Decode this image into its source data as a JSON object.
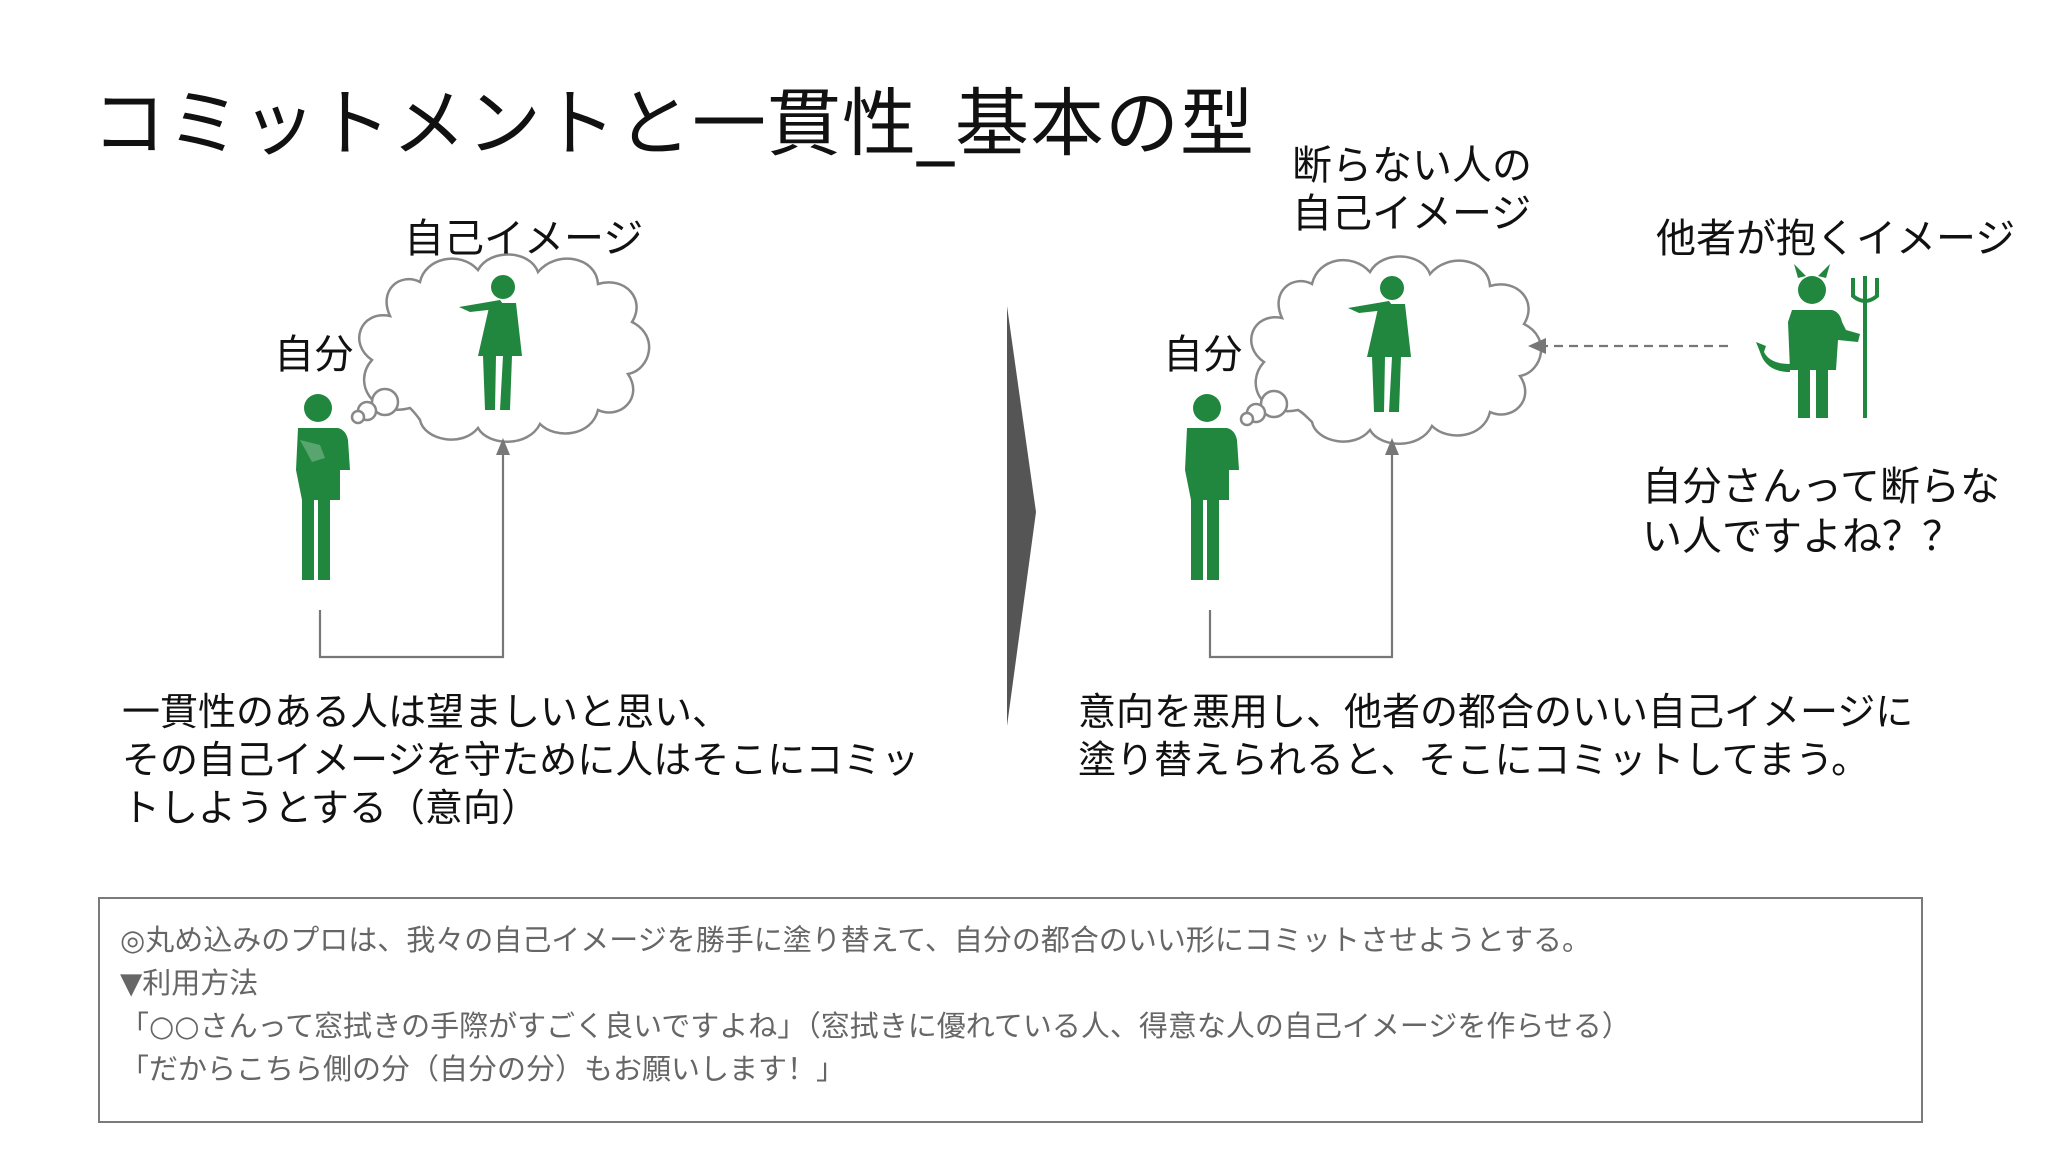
{
  "title": "コミットメントと一貫性_基本の型",
  "left": {
    "self_image_label": "自己イメージ",
    "self_label": "自分",
    "caption": [
      "一貫性のある人は望ましいと思い、",
      "その自己イメージを守ために人はそこにコミッ",
      "トしようとする（意向）"
    ]
  },
  "right": {
    "self_image_label": [
      "断らない人の",
      "自己イメージ"
    ],
    "self_label": "自分",
    "other_image_label": "他者が抱くイメージ",
    "speech": [
      "自分さんって断らな",
      "い人ですよね？？"
    ],
    "caption": [
      "意向を悪用し、他者の都合のいい自己イメージに",
      "塗り替えられると、そこにコミットしてまう。"
    ]
  },
  "note": {
    "lines": [
      "◎丸め込みのプロは、我々の自己イメージを勝手に塗り替えて、自分の都合のいい形にコミットさせようとする。",
      "▼利用方法",
      "「○○さんって窓拭きの手際がすごく良いですよね」（窓拭きに優れている人、得意な人の自己イメージを作らせる）",
      "「だからこちら側の分（自分の分）もお願いします！」"
    ]
  },
  "colors": {
    "figure_green": "#21873f",
    "line_gray": "#777777",
    "divider_gray": "#555555"
  },
  "icons": [
    "thinking-person-icon",
    "thought-cloud-icon",
    "businessman-icon",
    "devil-icon",
    "trident-icon"
  ]
}
